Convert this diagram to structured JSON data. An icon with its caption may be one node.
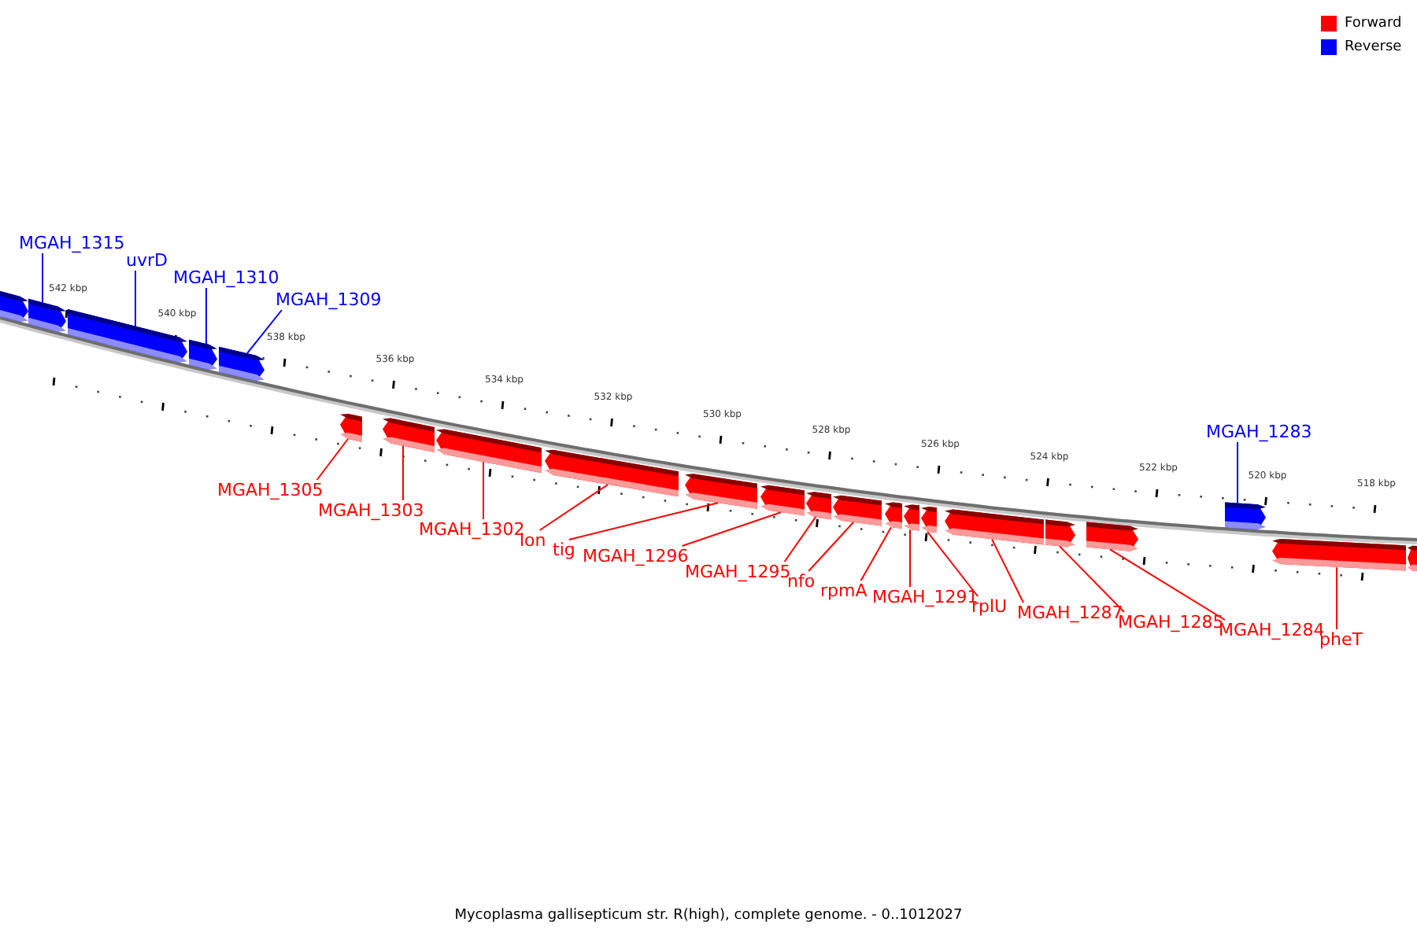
{
  "diagram": {
    "caption": "Mycoplasma gallisepticum str. R(high), complete genome. - 0..1012027",
    "nodes": [
      {
        "text": [],
        "shape": "arrow"
      },
      {
        "text": [
          "MGAH_1315"
        ]
      },
      {
        "text": [],
        "shape": "arrow"
      },
      {
        "text": [
          "uvrD"
        ]
      },
      {
        "text": [],
        "shape": "arrow"
      },
      {
        "text": [
          "MGAH_1310"
        ]
      },
      {
        "text": [],
        "shape": "arrow"
      },
      {
        "text": [
          "MGAH_1309"
        ]
      },
      {
        "text": [],
        "shape": "arrow"
      },
      {
        "text": [
          "MGAH_1283"
        ]
      },
      {
        "text": [],
        "shape": "arrow"
      },
      {
        "text": [
          "MGAH_1305"
        ]
      },
      {
        "text": [],
        "shape": "arrow"
      },
      {
        "text": [
          "MGAH_1303"
        ]
      },
      {
        "text": [],
        "shape": "arrow"
      },
      {
        "text": [
          "MGAH_1302"
        ]
      },
      {
        "text": [],
        "shape": "arrow"
      },
      {
        "text": [
          "lon"
        ]
      },
      {
        "text": [],
        "shape": "arrow"
      },
      {
        "text": [
          "tig"
        ]
      },
      {
        "text": [],
        "shape": "arrow"
      },
      {
        "text": [
          "MGAH_1296"
        ]
      },
      {
        "text": [],
        "shape": "arrow"
      },
      {
        "text": [
          "MGAH_1295"
        ]
      },
      {
        "text": [],
        "shape": "arrow"
      },
      {
        "text": [
          "nfo"
        ]
      },
      {
        "text": [],
        "shape": "arrow"
      },
      {
        "text": [
          "rpmA"
        ]
      },
      {
        "text": [],
        "shape": "arrow"
      },
      {
        "text": [
          "MGAH_1291"
        ]
      },
      {
        "text": [],
        "shape": "arrow"
      },
      {
        "text": [
          "rplU"
        ]
      },
      {
        "text": [],
        "shape": "arrow"
      },
      {
        "text": [
          "MGAH_1287"
        ]
      },
      {
        "text": [],
        "shape": "arrow"
      },
      {
        "text": [
          "MGAH_1285"
        ]
      },
      {
        "text": [],
        "shape": "arrow"
      },
      {
        "text": [
          "MGAH_1284"
        ]
      },
      {
        "text": [],
        "shape": "arrow"
      },
      {
        "text": [
          "pheT"
        ]
      },
      {
        "text": [],
        "shape": "arrow"
      },
      {
        "text": [],
        "shape": "arrow"
      }
    ],
    "edges": [
      {
        "from": 1,
        "to": 2,
        "arrow": "none",
        "color": "#0000ff"
      },
      {
        "from": 3,
        "to": 4,
        "arrow": "none",
        "color": "#0000ff"
      },
      {
        "from": 5,
        "to": 6,
        "arrow": "none",
        "color": "#0000ff"
      },
      {
        "from": 7,
        "to": 8,
        "arrow": "none",
        "color": "#0000ff"
      },
      {
        "from": 9,
        "to": 10,
        "arrow": "none",
        "color": "#0000ff"
      },
      {
        "from": 11,
        "to": 12,
        "arrow": "none"
      },
      {
        "from": 13,
        "to": 14,
        "arrow": "none"
      },
      {
        "from": 15,
        "to": 16,
        "arrow": "none"
      },
      {
        "from": 17,
        "to": 18,
        "arrow": "none"
      },
      {
        "from": 19,
        "to": 20,
        "arrow": "none"
      },
      {
        "from": 21,
        "to": 22,
        "arrow": "none"
      },
      {
        "from": 23,
        "to": 24,
        "arrow": "none"
      },
      {
        "from": 25,
        "to": 26,
        "arrow": "none"
      },
      {
        "from": 27,
        "to": 28,
        "arrow": "none"
      },
      {
        "from": 29,
        "to": 30,
        "arrow": "none"
      },
      {
        "from": 31,
        "to": 32,
        "arrow": "none"
      },
      {
        "from": 33,
        "to": 34,
        "arrow": "none"
      },
      {
        "from": 35,
        "to": 36,
        "arrow": "none"
      },
      {
        "from": 37,
        "to": 38,
        "arrow": "none"
      },
      {
        "from": 39,
        "to": 40,
        "arrow": "none"
      }
    ],
    "labels": [
      "542 kbp",
      "540 kbp",
      "538 kbp",
      "536 kbp",
      "534 kbp",
      "532 kbp",
      "530 kbp",
      "528 kbp",
      "526 kbp",
      "524 kbp",
      "522 kbp",
      "520 kbp",
      "518 kbp"
    ],
    "legend": [
      {
        "text": "Forward",
        "color": "#ff0000"
      },
      {
        "text": "Reverse",
        "color": "#0000ff"
      }
    ]
  }
}
